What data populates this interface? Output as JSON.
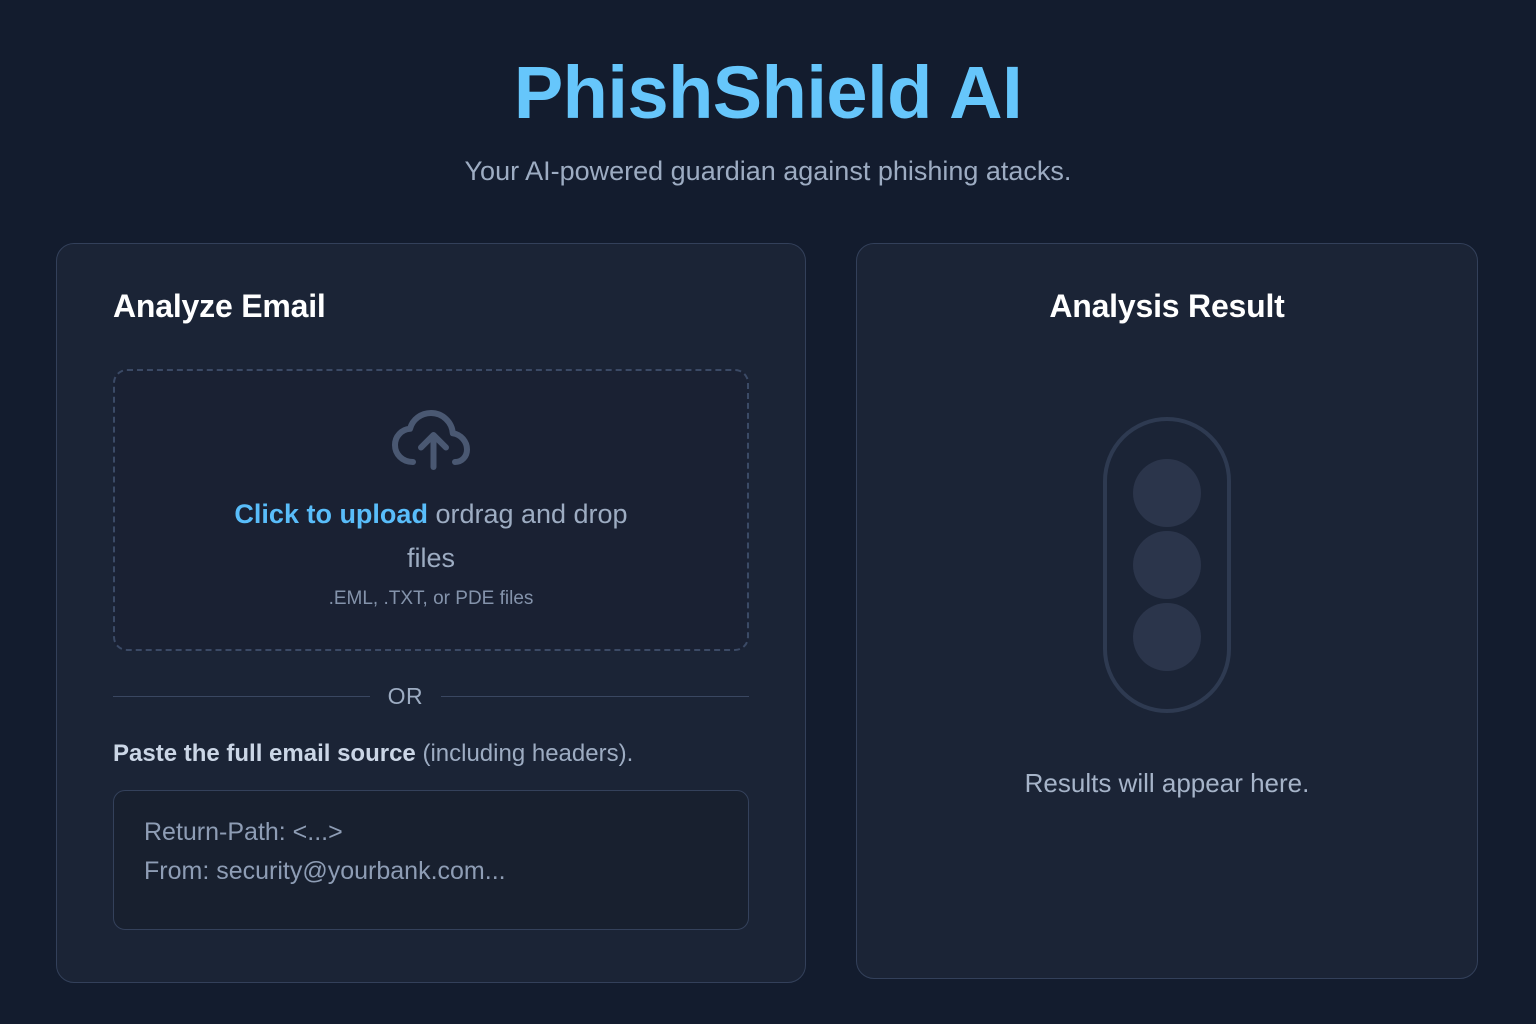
{
  "header": {
    "title": "PhishShield AI",
    "subtitle": "Your AI-powered guardian against phishing atacks."
  },
  "analyze_panel": {
    "title": "Analyze Email",
    "dropzone": {
      "icon": "cloud-upload-icon",
      "link_label": "Click to upload",
      "rest_label": " ordrag and drop files",
      "hint": ".EML, .TXT, or PDE files"
    },
    "divider_label": "OR",
    "paste_label_strong": "Paste the full email source",
    "paste_label_light": " (including headers).",
    "textarea_placeholder": "Return-Path: <...>\nFrom: security@yourbank.com..."
  },
  "result_panel": {
    "title": "Analysis Result",
    "icon": "traffic-light-icon",
    "placeholder": "Results will appear here."
  },
  "colors": {
    "page_background": "#131c2e",
    "card_background": "#1b2436",
    "card_border": "#33405a",
    "accent_blue": "#66c6fb",
    "link_blue": "#59bdfa",
    "muted_text": "#9dacc2",
    "heading_text": "#ffffff",
    "dropzone_background": "#1a2133",
    "dropzone_border": "#3b4a66",
    "textarea_background": "#18202f"
  }
}
